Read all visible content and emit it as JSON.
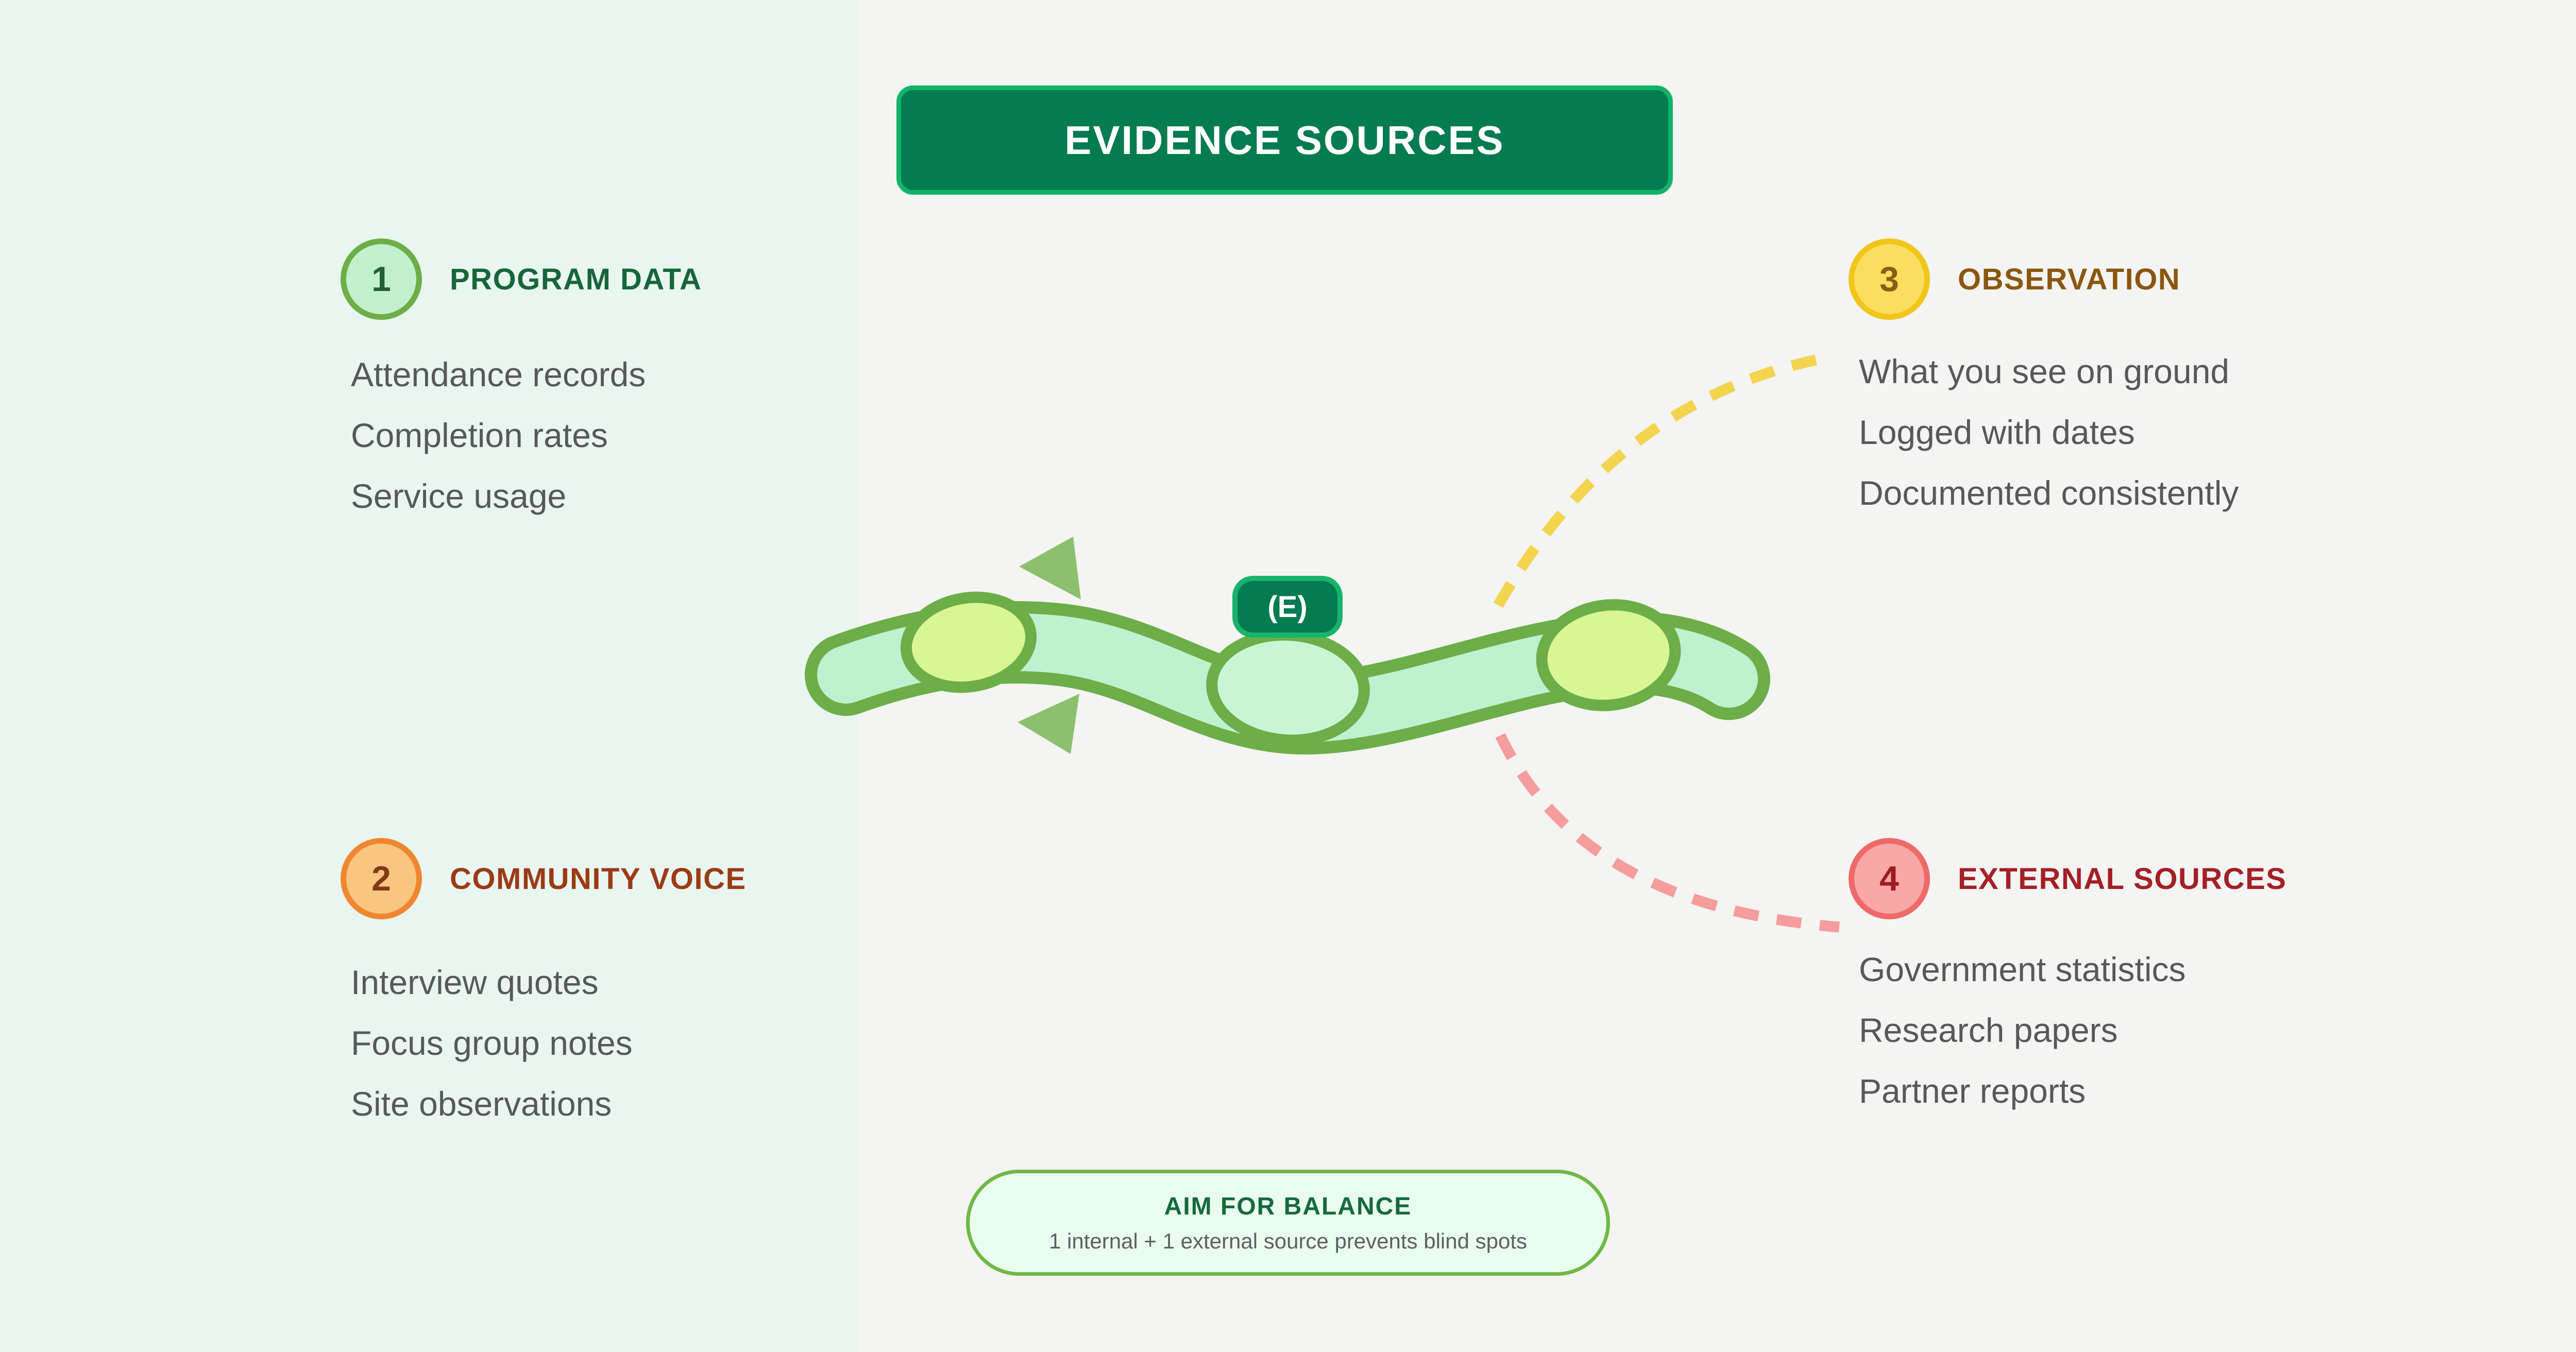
{
  "title": "EVIDENCE SOURCES",
  "badge": "(E)",
  "sections": [
    {
      "number": "1",
      "label": "PROGRAM DATA",
      "items": [
        "Attendance records",
        "Completion rates",
        "Service usage"
      ]
    },
    {
      "number": "2",
      "label": "COMMUNITY VOICE",
      "items": [
        "Interview quotes",
        "Focus group notes",
        "Site observations"
      ]
    },
    {
      "number": "3",
      "label": "OBSERVATION",
      "items": [
        "What you see on ground",
        "Logged with dates",
        "Documented consistently"
      ]
    },
    {
      "number": "4",
      "label": "EXTERNAL SOURCES",
      "items": [
        "Government statistics",
        "Research papers",
        "Partner reports"
      ]
    }
  ],
  "balance": {
    "title": "AIM FOR BALANCE",
    "subtitle": "1 internal + 1 external source prevents blind spots"
  },
  "colors": {
    "left_panel_bg": "#e9f6f0",
    "right_panel_bg": "#f4f4f2",
    "banner_green": "#047b50",
    "banner_border": "#0fb468",
    "vine_green": "#6cae47",
    "vine_fill": "#bff0cf",
    "leaf_yellow_green": "#d9f694",
    "leaf_mint": "#c9f5d7",
    "arrow_green": "#8cc06e",
    "dash_yellow": "#f2d44f",
    "dash_pink": "#f59c9c",
    "section1_accent": "#17663a",
    "section2_accent": "#9c3a16",
    "section3_accent": "#8a570f",
    "section4_accent": "#a32026"
  }
}
